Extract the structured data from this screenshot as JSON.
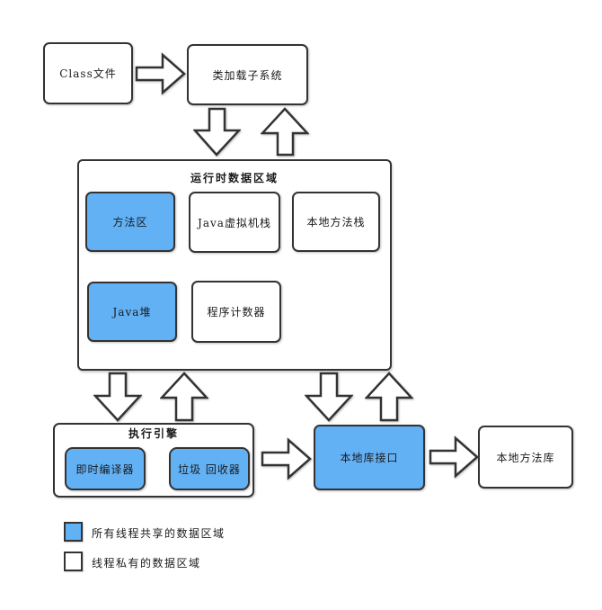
{
  "nodes": {
    "class_file": "Class文件",
    "class_loader": "类加载子系统",
    "runtime_title": "运行时数据区域",
    "method_area": "方法区",
    "jvm_stack": "Java虚拟机栈",
    "native_method_stack": "本地方法栈",
    "java_heap": "Java堆",
    "program_counter": "程序计数器",
    "execution_engine": "执行引擎",
    "jit_compiler": "即时编译器",
    "garbage_collector": "垃圾 回收器",
    "native_interface": "本地库接口",
    "native_method_library": "本地方法库"
  },
  "legend": {
    "shared": "所有线程共享的数据区域",
    "private": "线程私有的数据区域"
  },
  "icons": {
    "flow_arrows": [
      "arrow-right-icon",
      "arrow-down-icon",
      "arrow-up-icon"
    ]
  },
  "colors": {
    "shared_area_fill": "#63B1F5",
    "private_area_fill": "#FFFFFF",
    "outline": "#333333",
    "background": "#FFFFFF"
  }
}
